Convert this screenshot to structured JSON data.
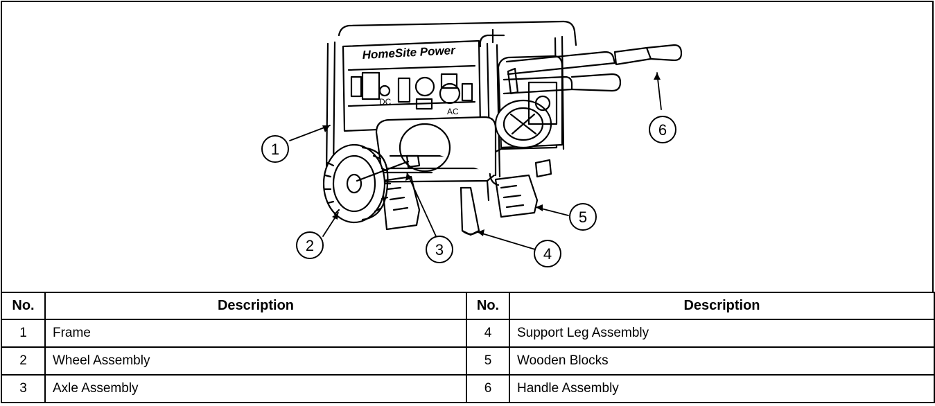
{
  "figure": {
    "brand_label": "HomeSite Power",
    "panel_dc_label": "DC",
    "panel_ac_label": "AC",
    "callouts": [
      "1",
      "2",
      "3",
      "4",
      "5",
      "6"
    ]
  },
  "table": {
    "headers": {
      "no_left": "No.",
      "desc_left": "Description",
      "no_right": "No.",
      "desc_right": "Description"
    },
    "rows": [
      {
        "no_left": "1",
        "desc_left": "Frame",
        "no_right": "4",
        "desc_right": "Support Leg Assembly"
      },
      {
        "no_left": "2",
        "desc_left": "Wheel Assembly",
        "no_right": "5",
        "desc_right": "Wooden Blocks"
      },
      {
        "no_left": "3",
        "desc_left": "Axle Assembly",
        "no_right": "6",
        "desc_right": "Handle Assembly"
      }
    ]
  }
}
